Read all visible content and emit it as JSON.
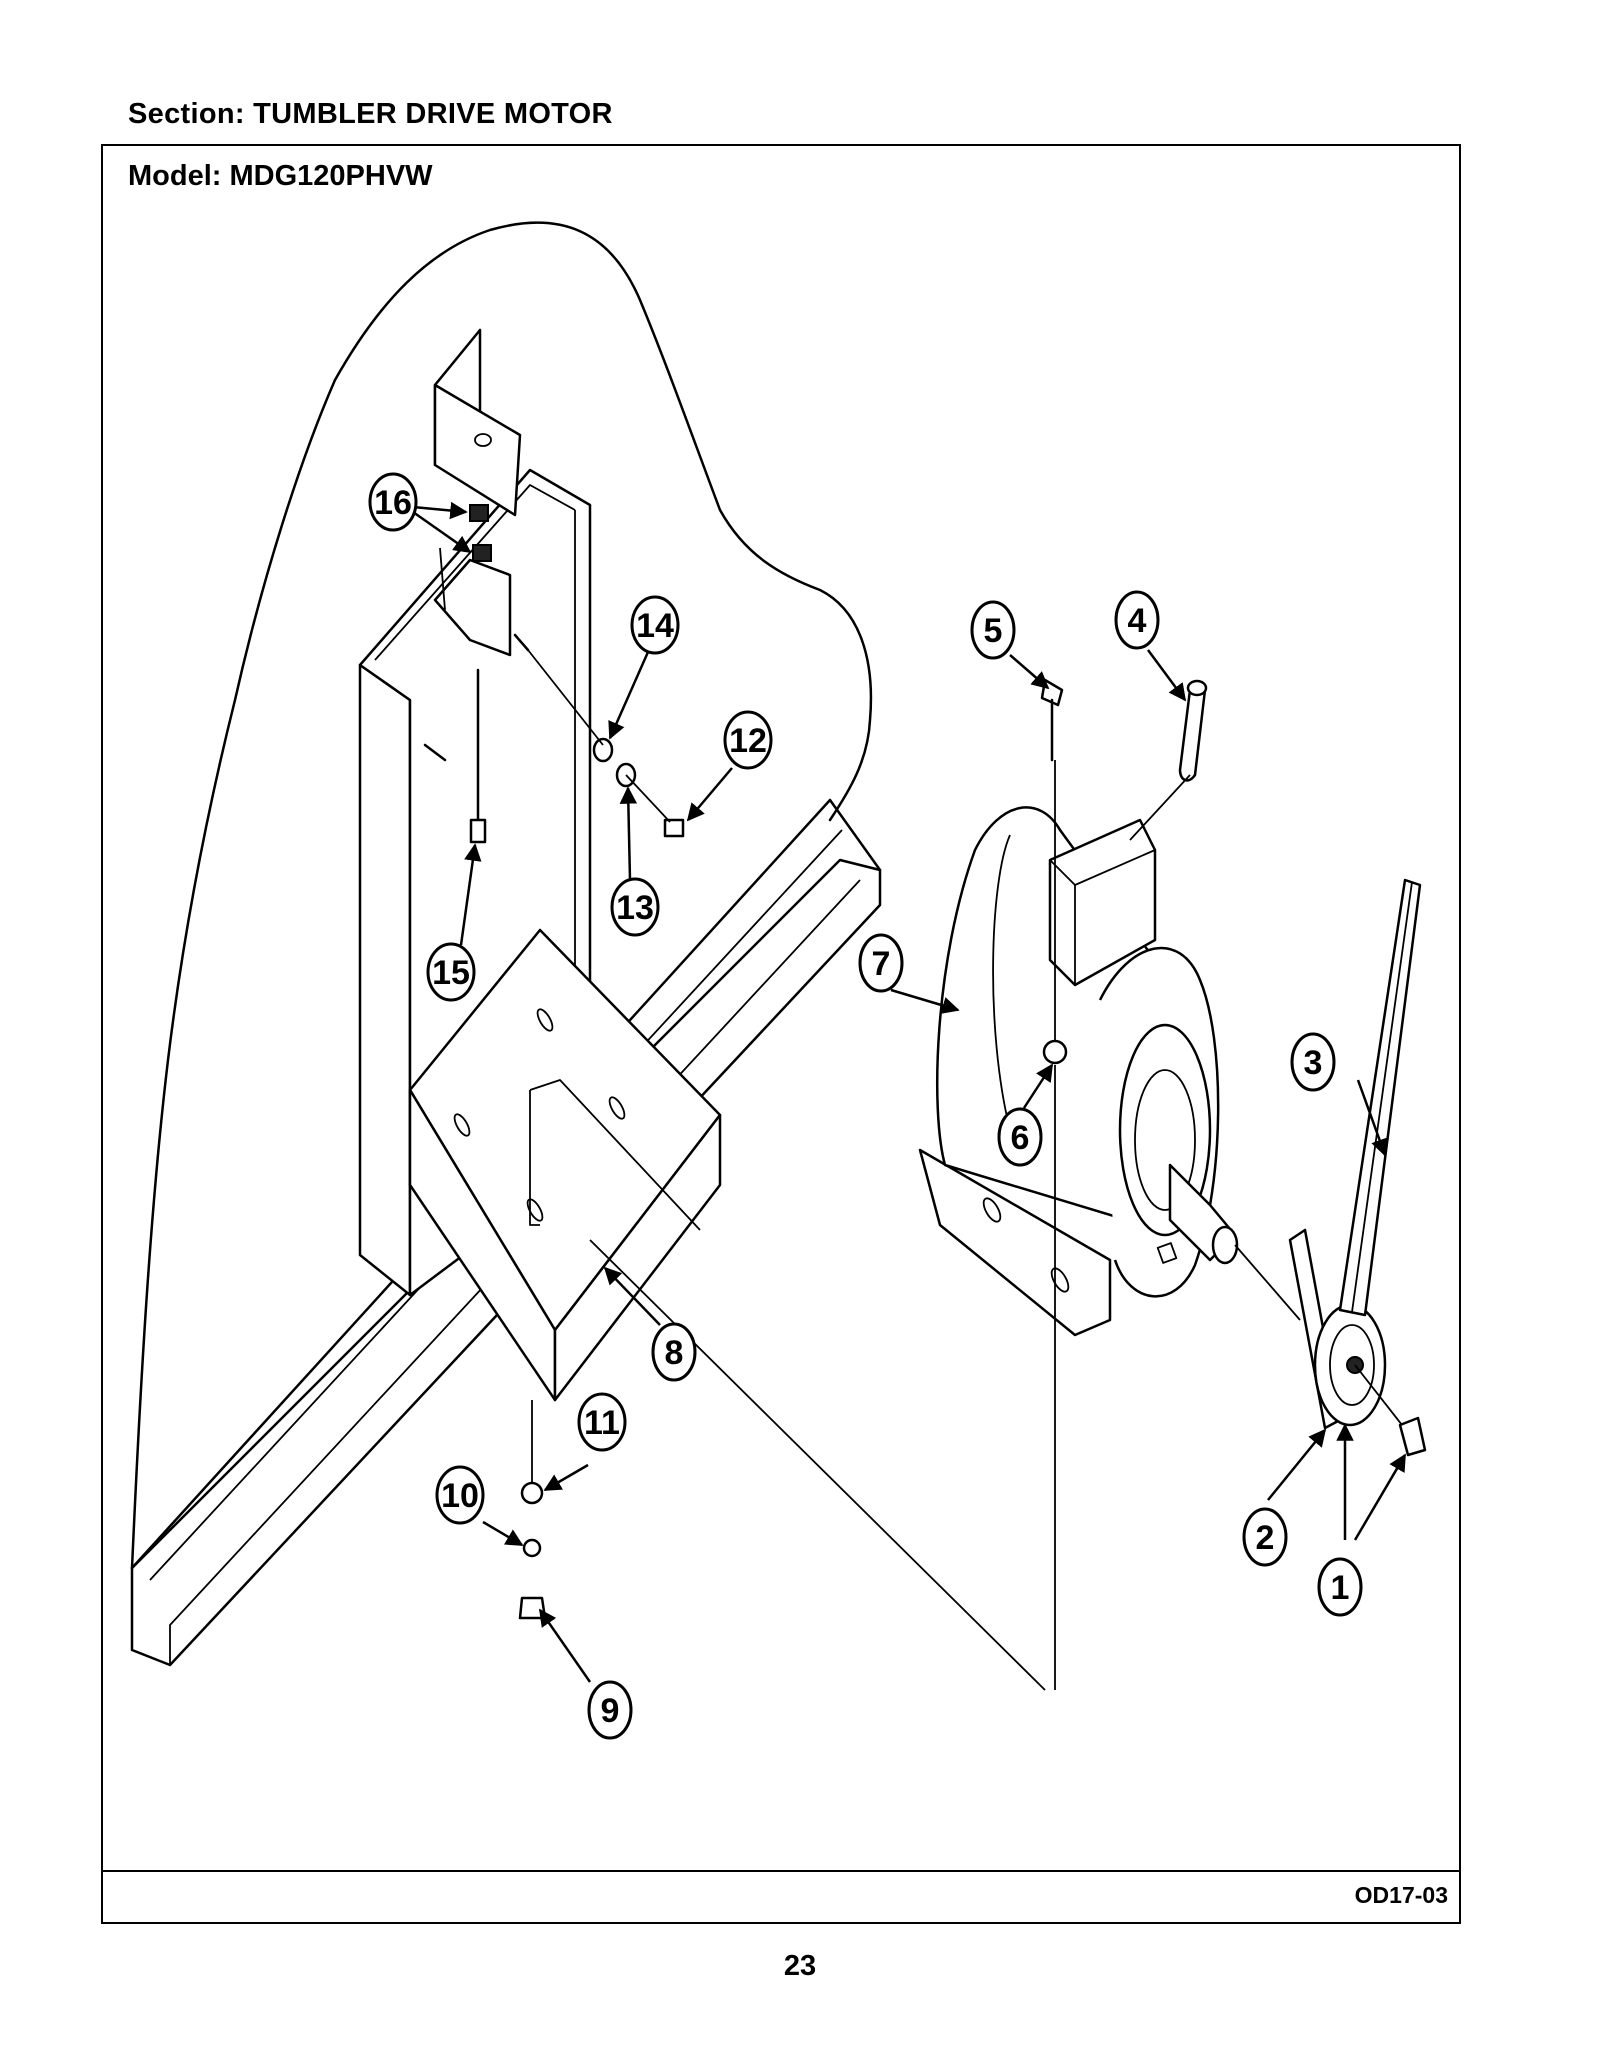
{
  "section_label": "Section:  TUMBLER DRIVE MOTOR",
  "model_label": "Model:  MDG120PHVW",
  "drawing_code": "OD17-03",
  "page_number": "23",
  "callouts": [
    "1",
    "2",
    "3",
    "4",
    "5",
    "6",
    "7",
    "8",
    "9",
    "10",
    "11",
    "12",
    "13",
    "14",
    "15",
    "16"
  ]
}
